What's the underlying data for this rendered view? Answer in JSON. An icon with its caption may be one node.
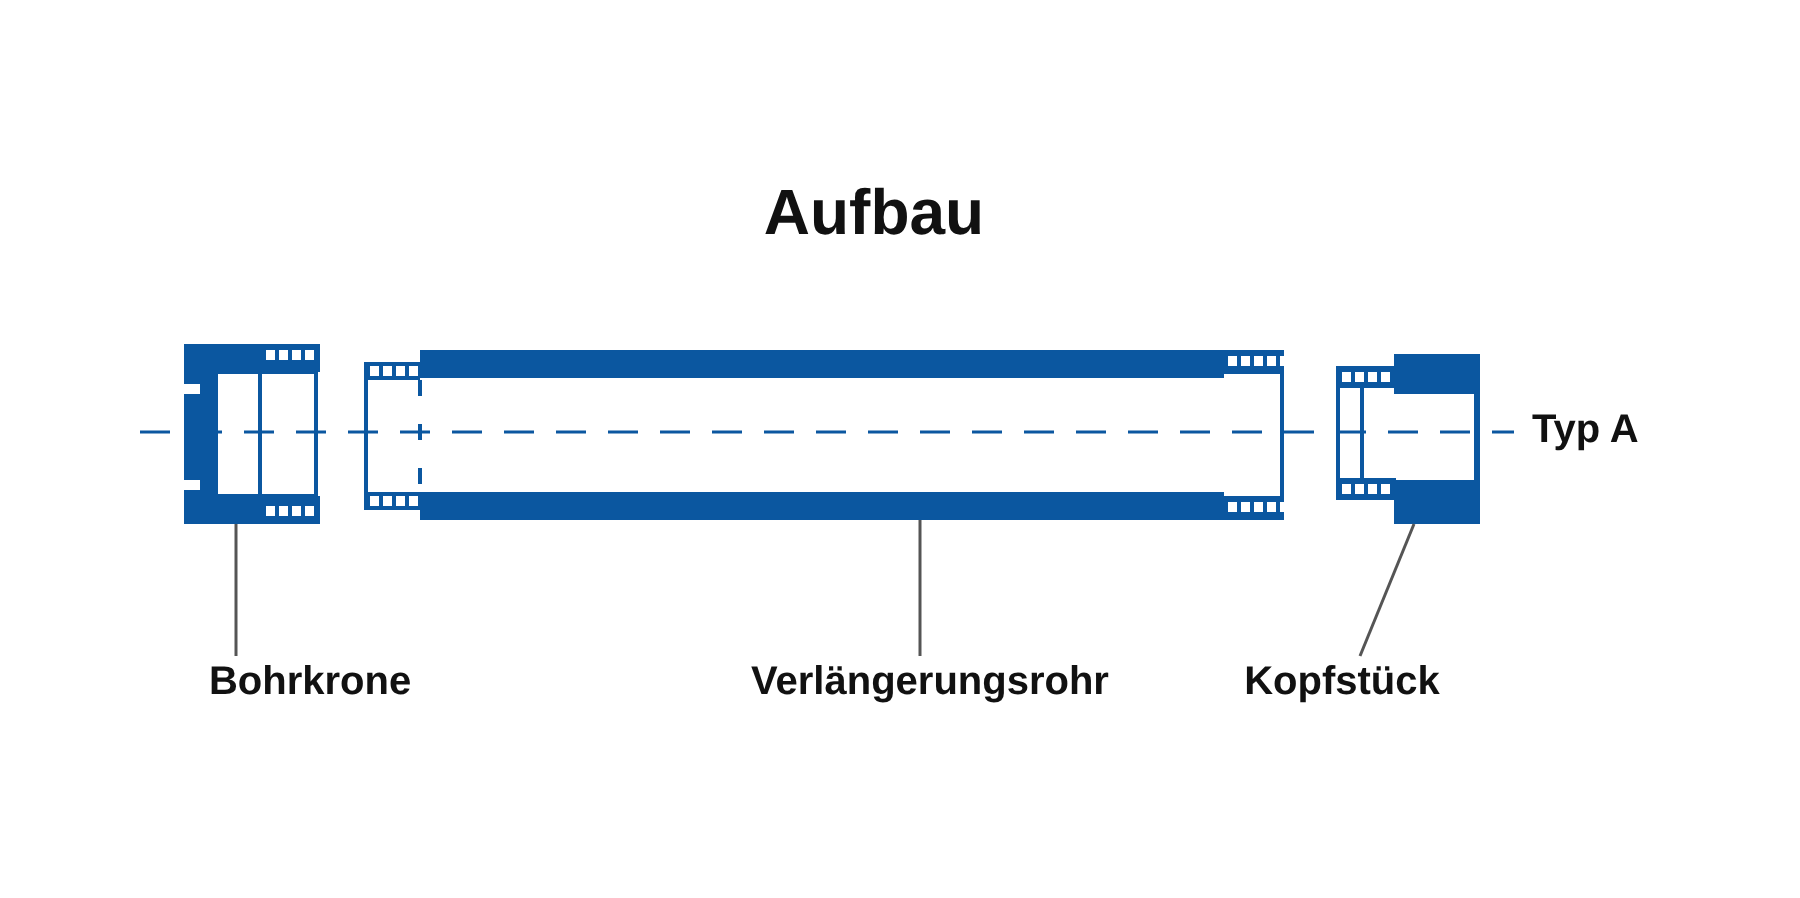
{
  "diagram": {
    "title": "Aufbau",
    "nodes": [
      {
        "text": [
          "Bohrkrone"
        ]
      },
      {
        "text": [],
        "shape": "picture"
      },
      {
        "text": [
          "Verlängerungsrohr"
        ]
      },
      {
        "text": [],
        "shape": "picture"
      },
      {
        "text": [
          "Kopfstück"
        ]
      },
      {
        "text": [],
        "shape": "picture"
      }
    ],
    "edges": [
      {
        "from": 0,
        "to": 1,
        "arrow": "none"
      },
      {
        "from": 2,
        "to": 3,
        "arrow": "none"
      },
      {
        "from": 4,
        "to": 5,
        "arrow": "none"
      }
    ],
    "labels": [
      "Typ A"
    ]
  }
}
